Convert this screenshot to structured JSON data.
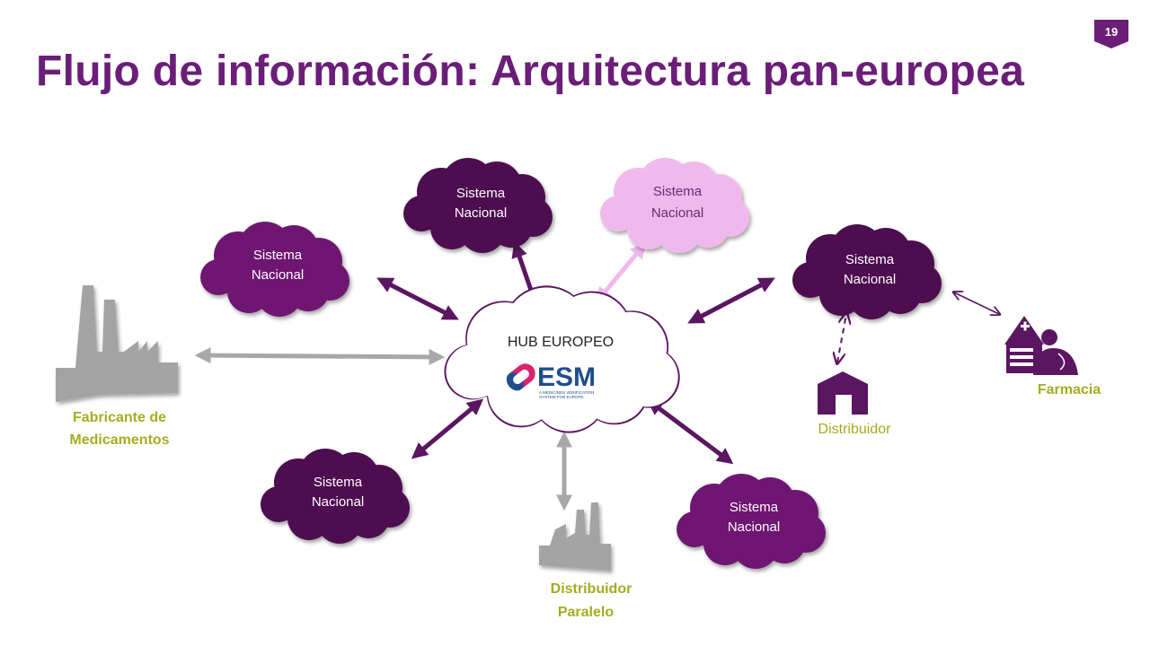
{
  "slide": {
    "title": "Flujo de información: Arquitectura pan-europea",
    "page_number": "19"
  },
  "colors": {
    "title": "#6b1e78",
    "dark_cloud": "#4e0f4f",
    "medium_cloud": "#6e1672",
    "light_cloud": "#efb9ee",
    "arrow_dark": "#5a1660",
    "arrow_light": "#efb9ee",
    "arrow_grey": "#a8a8a8",
    "olive_label": "#a3ad1e"
  },
  "hub": {
    "title": "HUB EUROPEO",
    "logo_text": "ESM",
    "logo_caption_1": "A MEDICINES VERIFICATION",
    "logo_caption_2": "SYSTEM FOR EUROPE"
  },
  "clouds": [
    {
      "line1": "Sistema",
      "line2": "Nacional"
    },
    {
      "line1": "Sistema",
      "line2": "Nacional"
    },
    {
      "line1": "Sistema",
      "line2": "Nacional"
    },
    {
      "line1": "Sistema",
      "line2": "Nacional"
    },
    {
      "line1": "Sistema",
      "line2": "Nacional"
    },
    {
      "line1": "Sistema",
      "line2": "Nacional"
    }
  ],
  "actors": {
    "manufacturer_line1": "Fabricante de",
    "manufacturer_line2": "Medicamentos",
    "parallel_line1": "Distribuidor",
    "parallel_line2": "Paralelo",
    "distributor": "Distribuidor",
    "pharmacy": "Farmacia"
  },
  "icons": {
    "manufacturer": "factory-icon",
    "parallel_distributor": "factory-icon",
    "distributor": "warehouse-icon",
    "pharmacy": "pharmacy-icon"
  }
}
